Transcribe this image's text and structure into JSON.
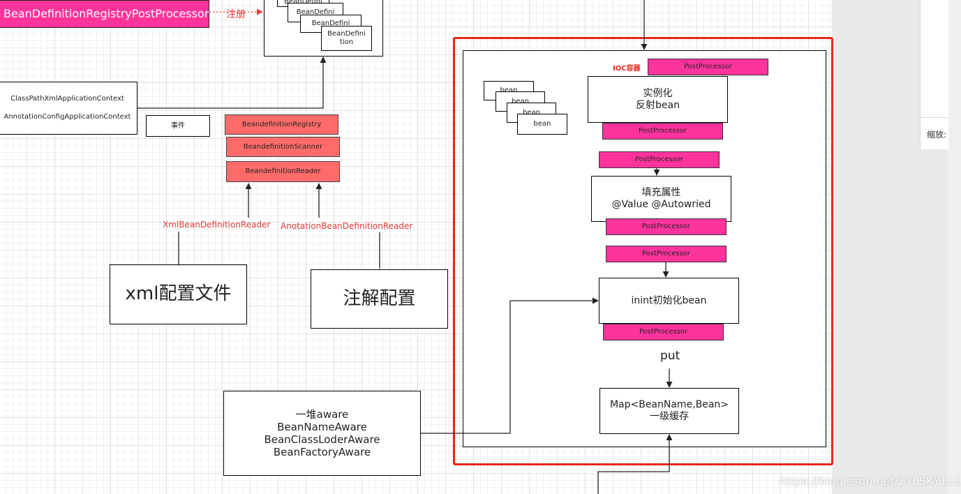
{
  "top_left_box": "BeanDefinitionRegistryPostProcessor",
  "register_label": "注册",
  "bean_def_stack": [
    "BeanDefini",
    "BeanDefini",
    "BeanDefini",
    "BeanDefini\ntion"
  ],
  "context_box": [
    "ClassPathXmlApplicationContext",
    "AnnotationConfigApplicationContext"
  ],
  "event_box": "事件",
  "registry_box": "BeandefinitionRegistry",
  "scanner_box": "BeandefinitionScanner",
  "reader_box": "BeandefinitionReader",
  "xml_reader_label": "XmlBeanDefinitionReader",
  "anno_reader_label": "AnotationBeanDefinitionReader",
  "xml_config_box": "xml配置文件",
  "anno_config_box": "注解配置",
  "aware_box": "一堆aware\nBeanNameAware\nBeanClassLoderAware\nBeanFactoryAware",
  "ioc": {
    "title": "IOC容器",
    "post_processor": "PostProcessor",
    "bean_stack": [
      "bean",
      "bean",
      "bean",
      "bean"
    ],
    "instantiate": "实例化\n反射bean",
    "populate": "填充属性\n@Value @Autowried",
    "init": "inint初始化bean",
    "put": "put",
    "map": "Map<BeanName,Bean>\n一级缓存"
  },
  "zoom_label": "缩放:",
  "watermark": "https://blog.csdn.net/ZYLSKY111",
  "colors": {
    "pink": "#ff339c",
    "salmon": "#ff6b6b",
    "highlight": "#e8261c",
    "red_text": "#e53a3a"
  }
}
